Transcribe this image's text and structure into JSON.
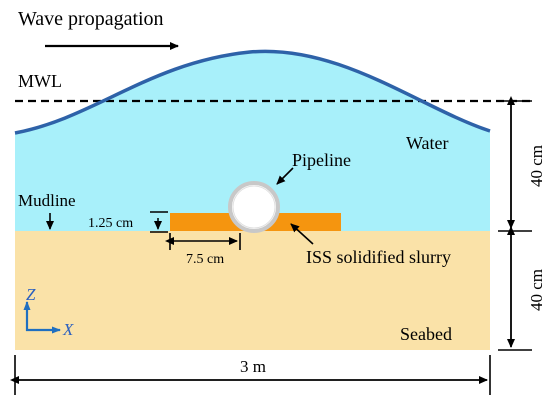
{
  "labels": {
    "wave_propagation": "Wave propagation",
    "mwl": "MWL",
    "water": "Water",
    "pipeline": "Pipeline",
    "mudline": "Mudline",
    "slurry_thickness": "1.25 cm",
    "slurry_width": "7.5 cm",
    "iss_slurry": "ISS solidified slurry",
    "seabed": "Seabed",
    "water_depth": "40 cm",
    "seabed_depth": "40 cm",
    "flume_length": "3 m",
    "axis_z": "Z",
    "axis_x": "X"
  },
  "colors": {
    "water": "#a8f0fa",
    "seabed": "#fae2a8",
    "wave_line": "#2e62a8",
    "slurry": "#f5950f",
    "axis_arrows": "#1f6fc0",
    "axis_text": "#2a5fbf"
  }
}
